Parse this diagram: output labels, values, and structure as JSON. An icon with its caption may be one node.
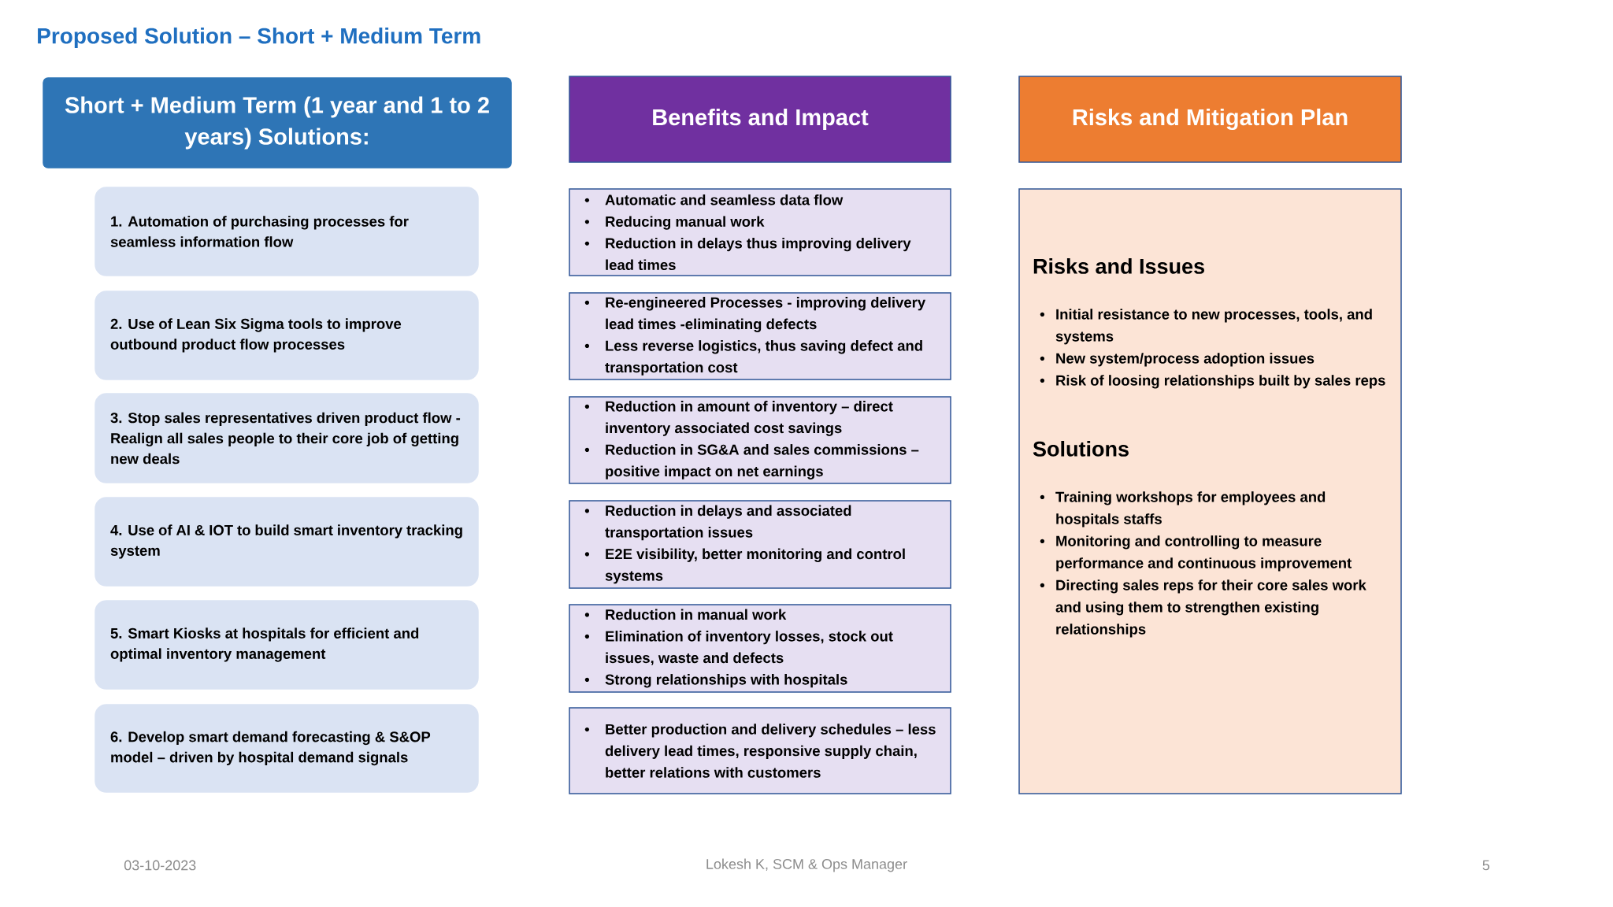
{
  "diagram": {
    "title": "Proposed Solution – Short + Medium Term",
    "nodes": [
      {
        "text": [
          "Short + Medium Term (1 year and 1 to 2 years) Solutions:"
        ]
      },
      {
        "text": [
          "Benefits and Impact"
        ]
      },
      {
        "text": [
          "Risks and Mitigation Plan"
        ]
      },
      {
        "text": [
          "1. Automation of purchasing processes for seamless information flow"
        ]
      },
      {
        "text": [
          "2. Use of Lean Six Sigma tools to improve outbound product flow processes"
        ]
      },
      {
        "text": [
          "3. Stop sales representatives driven product flow - Realign all sales people to their core job of getting new deals"
        ]
      },
      {
        "text": [
          "4. Use of AI & IOT to build smart inventory tracking system"
        ]
      },
      {
        "text": [
          "5. Smart Kiosks at hospitals for efficient and optimal inventory management"
        ]
      },
      {
        "text": [
          "6. Develop smart demand forecasting & S&OP model – driven by hospital demand signals"
        ]
      },
      {
        "text": [
          "Automatic and seamless data flow",
          "Reducing manual work",
          "Reduction in delays thus improving delivery lead times"
        ]
      },
      {
        "text": [
          "Re-engineered Processes - improving delivery lead times -eliminating defects",
          "Less reverse logistics, thus saving defect and transportation cost"
        ]
      },
      {
        "text": [
          "Reduction in amount of inventory – direct inventory associated cost savings",
          "Reduction in SG&A and sales commissions – positive impact on net earnings"
        ]
      },
      {
        "text": [
          "Reduction in delays and associated transportation issues",
          "E2E visibility, better monitoring and control systems"
        ]
      },
      {
        "text": [
          "Reduction in manual work",
          "Elimination of inventory losses, stock out issues, waste and defects",
          "Strong relationships with hospitals"
        ]
      },
      {
        "text": [
          "Better production and delivery schedules – less delivery lead times, responsive supply chain, better relations with customers"
        ]
      },
      {
        "text": [
          "Risks and Issues",
          "Initial resistance to new processes, tools, and systems",
          "New system/process adoption issues",
          "Risk of loosing relationships built by sales reps",
          "Solutions",
          "Training workshops for employees and hospitals staffs",
          "Monitoring and controlling to measure performance and continuous improvement",
          "Directing sales reps for their core sales work and using them to strengthen existing relationships"
        ]
      }
    ],
    "labels": [
      "03-10-2023",
      "Lokesh K, SCM & Ops Manager",
      "5"
    ]
  }
}
